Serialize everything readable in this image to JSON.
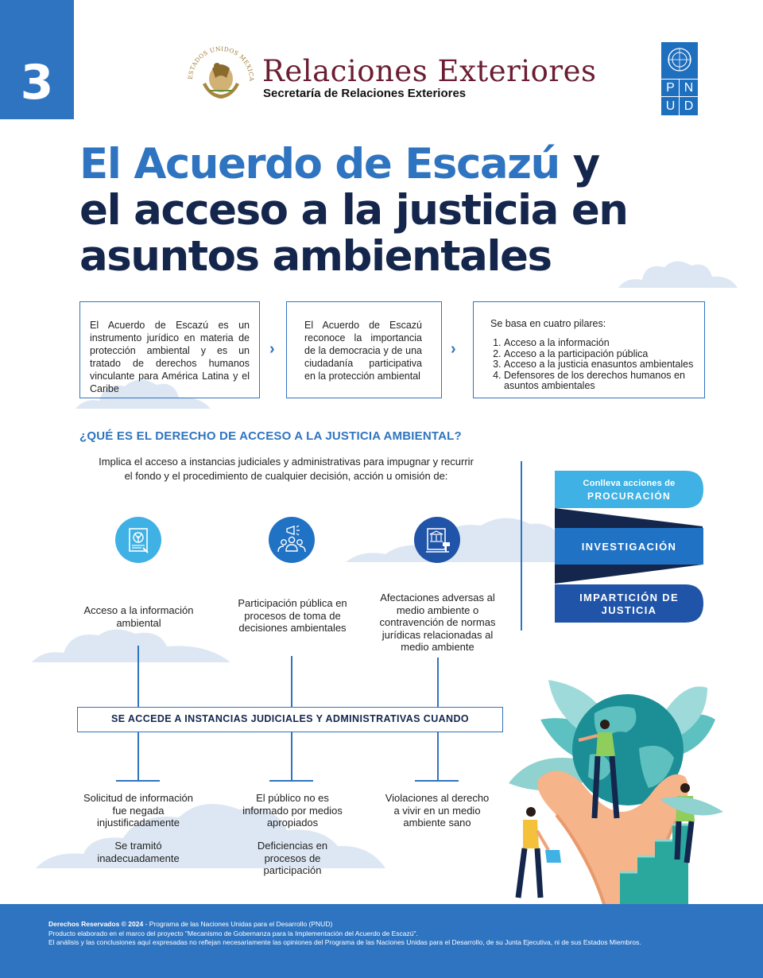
{
  "header": {
    "page_number": "3",
    "ministry_name": "Relaciones Exteriores",
    "ministry_subtitle": "Secretaría de Relaciones Exteriores",
    "seal_text": "ESTADOS UNIDOS MEXICANOS",
    "pnud_letters": [
      "P",
      "N",
      "U",
      "D"
    ]
  },
  "title": {
    "line1_highlight": "El Acuerdo de Escazú",
    "line1_rest": " y",
    "line2": "el acceso a la justicia en",
    "line3": "asuntos ambientales"
  },
  "info_boxes": {
    "box1": "El Acuerdo de Escazú es un instrumento jurídico en materia de protección ambiental y es un tratado de derechos humanos vinculante para América Latina y el Caribe",
    "box2": "El Acuerdo de Escazú reconoce la importancia de la democracia y de una ciudadanía participativa en la protección ambiental",
    "box3_intro": "Se basa en cuatro pilares:",
    "pillars": [
      "Acceso a la información",
      "Acceso a la participación pública",
      "Acceso a la justicia enasuntos ambientales",
      "Defensores de los derechos humanos en asuntos ambientales"
    ],
    "chevron": "›"
  },
  "section": {
    "question": "¿QUÉ ES EL DERECHO DE ACCESO A LA JUSTICIA AMBIENTAL?",
    "intro": "Implica el acceso a instancias judiciales y administrativas para impugnar y recurrir el fondo y el procedimiento de cualquier decisión, acción u omisión de:"
  },
  "columns": [
    {
      "icon": "document-plant-icon",
      "label": "Acceso a la información ambiental",
      "outcomes": [
        "Solicitud de información fue negada injustificadamente",
        "Se tramitó inadecuadamente"
      ]
    },
    {
      "icon": "people-megaphone-icon",
      "label": "Participación pública en procesos de toma de decisiones ambientales",
      "outcomes": [
        "El público no es informado por medios apropiados",
        "Deficiencias en procesos de participación"
      ]
    },
    {
      "icon": "courthouse-gavel-icon",
      "label": "Afectaciones adversas al medio ambiente o contravención de normas jurídicas relacionadas al medio ambiente",
      "outcomes": [
        "Violaciones al derecho a vivir en un medio ambiente sano"
      ]
    }
  ],
  "banner": "SE ACCEDE A INSTANCIAS JUDICIALES Y ADMINISTRATIVAS CUANDO",
  "actions": {
    "lead": "Conlleva acciones de",
    "items": [
      "PROCURACIÓN",
      "INVESTIGACIÓN",
      "IMPARTICIÓN DE JUSTICIA"
    ]
  },
  "illustration": {
    "icon": "people-planting-earth-illustration"
  },
  "footer": {
    "rights_bold": "Derechos Reservados © 2024",
    "rights_rest": " - Programa de las Naciones Unidas para el Desarrollo (PNUD)",
    "project": "Producto elaborado en el marco del proyecto \"Mecanismo de Gobernanza para la Implementación del Acuerdo de Escazú\".",
    "disclaimer": "El análisis y las conclusiones aquí expresadas no reflejan necesariamente las opiniones del Programa de las Naciones Unidas para el Desarrollo, de su Junta Ejecutiva, ni de sus Estados Miembros."
  },
  "colors": {
    "blue": "#2f74c0",
    "navy": "#15264d",
    "light_blue": "#3fb1e4",
    "mid_blue": "#1f72c4",
    "dark_blue": "#2054a8",
    "wine": "#6b1e33",
    "cloud": "#dde7f3"
  }
}
